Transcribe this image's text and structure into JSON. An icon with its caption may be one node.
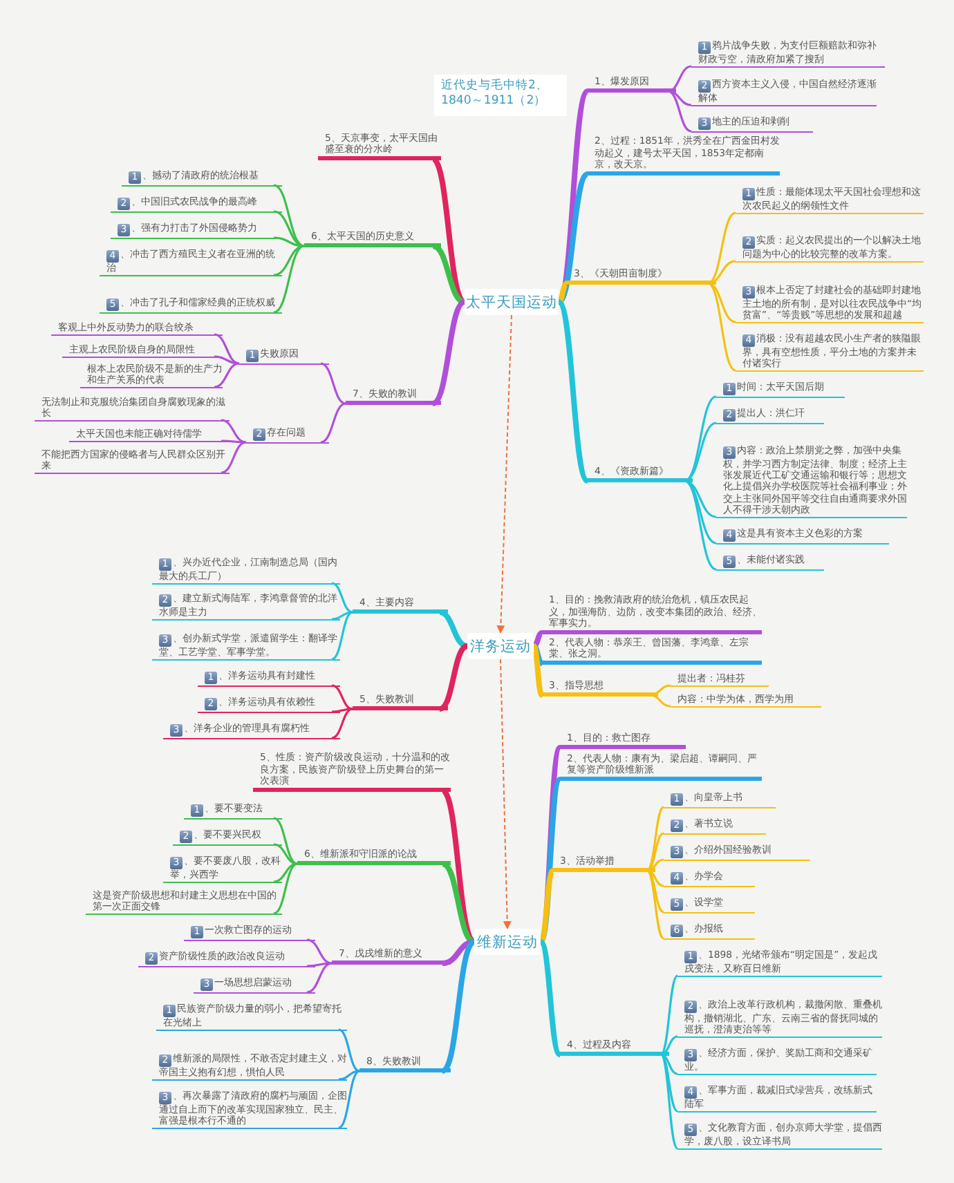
{
  "diagram": {
    "title": "近代史与毛中特2、1840～1911（2）",
    "nodes": [
      {
        "text": [
          "太平天国运动"
        ]
      },
      {
        "text": [
          "1、爆发原因"
        ]
      },
      {
        "text": [
          "1",
          "鸦片战争失败，为支付巨额赔款和弥补财政亏空，清政府加紧了搜刮"
        ]
      },
      {
        "text": [
          "2",
          "西方资本主义入侵，中国自然经济逐渐解体"
        ]
      },
      {
        "text": [
          "3",
          "地主的压迫和剥削"
        ]
      },
      {
        "text": [
          "2、过程：1851年，洪秀全在广西金田村发动起义，建号太平天国，1853年定都南京，改天京。"
        ]
      },
      {
        "text": [
          "3、《天朝田亩制度》"
        ]
      },
      {
        "text": [
          "1",
          "性质：最能体现太平天国社会理想和这次农民起义的纲领性文件"
        ]
      },
      {
        "text": [
          "2",
          "实质：起义农民提出的一个以解决土地问题为中心的比较完整的改革方案。"
        ]
      },
      {
        "text": [
          "3",
          "根本上否定了封建社会的基础即封建地主土地的所有制，是对以往农民战争中“均贫富”、“等贵贱”等思想的发展和超越"
        ]
      },
      {
        "text": [
          "4",
          "消极：没有超越农民小生产者的狭隘眼界，具有空想性质，平分土地的方案并未付诸实行"
        ]
      },
      {
        "text": [
          "4、《资政新篇》"
        ]
      },
      {
        "text": [
          "1",
          "时间：太平天国后期"
        ]
      },
      {
        "text": [
          "2",
          "提出人：洪仁玕"
        ]
      },
      {
        "text": [
          "3",
          "内容：政治上禁朋党之弊，加强中央集权，并学习西方制定法律、制度；经济上主张发展近代工矿交通运输和银行等；思想文化上提倡兴办学校医院等社会福利事业；外交上主张同外国平等交往自由通商要求外国人不得干涉天朝内政"
        ]
      },
      {
        "text": [
          "4",
          "这是具有资本主义色彩的方案"
        ]
      },
      {
        "text": [
          "5",
          "、未能付诸实践"
        ]
      },
      {
        "text": [
          "5、天京事变，太平天国由盛至衰的分水岭"
        ]
      },
      {
        "text": [
          "6、太平天国的历史意义"
        ]
      },
      {
        "text": [
          "1",
          "、撼动了清政府的统治根基"
        ]
      },
      {
        "text": [
          "2",
          "、中国旧式农民战争的最高峰"
        ]
      },
      {
        "text": [
          "3",
          "、强有力打击了外国侵略势力"
        ]
      },
      {
        "text": [
          "4",
          "、冲击了西方殖民主义者在亚洲的统治"
        ]
      },
      {
        "text": [
          "5",
          "、冲击了孔子和儒家经典的正统权威"
        ]
      },
      {
        "text": [
          "7、失败的教训"
        ]
      },
      {
        "text": [
          "1",
          "失败原因"
        ]
      },
      {
        "text": [
          "客观上中外反动势力的联合绞杀"
        ]
      },
      {
        "text": [
          "主观上农民阶级自身的局限性"
        ]
      },
      {
        "text": [
          "根本上农民阶级不是新的生产力和生产关系的代表"
        ]
      },
      {
        "text": [
          "2",
          "存在问题"
        ]
      },
      {
        "text": [
          "无法制止和克服统治集团自身腐败现象的滋长"
        ]
      },
      {
        "text": [
          "太平天国也未能正确对待儒学"
        ]
      },
      {
        "text": [
          "不能把西方国家的侵略者与人民群众区别开来"
        ]
      },
      {
        "text": [
          "洋务运动"
        ]
      },
      {
        "text": [
          "1、目的：挽救清政府的统治危机，镇压农民起义，加强海防、边防，改变本集团的政治、经济、军事实力。"
        ]
      },
      {
        "text": [
          "2、代表人物：恭亲王、曾国藩、李鸿章、左宗棠、张之洞。"
        ]
      },
      {
        "text": [
          "3、指导思想"
        ]
      },
      {
        "text": [
          "提出者：冯桂芬"
        ]
      },
      {
        "text": [
          "内容：中学为体，西学为用"
        ]
      },
      {
        "text": [
          "4、主要内容"
        ]
      },
      {
        "text": [
          "1",
          "、兴办近代企业，江南制造总局（国内最大的兵工厂）"
        ]
      },
      {
        "text": [
          "2",
          "、建立新式海陆军，李鸿章督管的北洋水师是主力"
        ]
      },
      {
        "text": [
          "3",
          "、创办新式学堂，派遣留学生：翻译学堂、工艺学堂、军事学堂。"
        ]
      },
      {
        "text": [
          "5、失败教训"
        ]
      },
      {
        "text": [
          "1",
          "、洋务运动具有封建性"
        ]
      },
      {
        "text": [
          "2",
          "、洋务运动具有依赖性"
        ]
      },
      {
        "text": [
          "3",
          "、洋务企业的管理具有腐朽性"
        ]
      },
      {
        "text": [
          "维新运动"
        ]
      },
      {
        "text": [
          "1、目的：救亡图存"
        ]
      },
      {
        "text": [
          "2、代表人物：康有为、梁启超、谭嗣同、严复等资产阶级维新派"
        ]
      },
      {
        "text": [
          "3、活动举措"
        ]
      },
      {
        "text": [
          "1",
          "、向皇帝上书"
        ]
      },
      {
        "text": [
          "2",
          "、著书立说"
        ]
      },
      {
        "text": [
          "3",
          "、介绍外国经验教训"
        ]
      },
      {
        "text": [
          "4",
          "、办学会"
        ]
      },
      {
        "text": [
          "5",
          "、设学堂"
        ]
      },
      {
        "text": [
          "6",
          "、办报纸"
        ]
      },
      {
        "text": [
          "4、过程及内容"
        ]
      },
      {
        "text": [
          "1",
          "、1898，光绪帝颁布“明定国是”，发起戊戌变法，又称百日维新"
        ]
      },
      {
        "text": [
          "2",
          "、政治上改革行政机构，裁撤闲散、重叠机构，撤销湖北、广东、云南三省的督抚同城的巡抚，澄清吏治等等"
        ]
      },
      {
        "text": [
          "3",
          "、经济方面，保护、奖励工商和交通采矿业。"
        ]
      },
      {
        "text": [
          "4",
          "、军事方面，裁减旧式绿营兵，改练新式陆军"
        ]
      },
      {
        "text": [
          "5",
          "、文化教育方面，创办京师大学堂，提倡西学，废八股，设立译书局"
        ]
      },
      {
        "text": [
          "5、性质：资产阶级改良运动，十分温和的改良方案，民族资产阶级登上历史舞台的第一次表演"
        ]
      },
      {
        "text": [
          "6、维新派和守旧派的论战"
        ]
      },
      {
        "text": [
          "1",
          "、要不要变法"
        ]
      },
      {
        "text": [
          "2",
          "、要不要兴民权"
        ]
      },
      {
        "text": [
          "3",
          "、要不要废八股，改科举，兴西学"
        ]
      },
      {
        "text": [
          "这是资产阶级思想和封建主义思想在中国的第一次正面交锋"
        ]
      },
      {
        "text": [
          "7、戊戌维新的意义"
        ]
      },
      {
        "text": [
          "1",
          "一次救亡图存的运动"
        ]
      },
      {
        "text": [
          "2",
          "资产阶级性质的政治改良运动"
        ]
      },
      {
        "text": [
          "3",
          "一场思想启蒙运动"
        ]
      },
      {
        "text": [
          "8、失败教训"
        ]
      },
      {
        "text": [
          "1",
          "民族资产阶级力量的弱小，把希望寄托在光绪上"
        ]
      },
      {
        "text": [
          "2",
          "维新派的局限性，不敢否定封建主义，对帝国主义抱有幻想，惧怕人民"
        ]
      },
      {
        "text": [
          "3",
          "、再次暴露了清政府的腐朽与顽固，企图通过自上而下的改革实现国家独立、民主、富强是根本行不通的"
        ]
      }
    ],
    "edges": [
      {
        "from": 0,
        "to": 1,
        "arrow": "none",
        "style": "thick",
        "color": "#b14fd9"
      },
      {
        "from": 1,
        "to": 2,
        "arrow": "none",
        "color": "#b14fd9"
      },
      {
        "from": 1,
        "to": 3,
        "arrow": "none",
        "color": "#b14fd9"
      },
      {
        "from": 1,
        "to": 4,
        "arrow": "none",
        "color": "#b14fd9"
      },
      {
        "from": 0,
        "to": 5,
        "arrow": "none",
        "style": "thick",
        "color": "#2aa6e6"
      },
      {
        "from": 0,
        "to": 6,
        "arrow": "none",
        "style": "thick",
        "color": "#f5c011"
      },
      {
        "from": 6,
        "to": 7,
        "arrow": "none",
        "color": "#f5c011"
      },
      {
        "from": 6,
        "to": 8,
        "arrow": "none",
        "color": "#f5c011"
      },
      {
        "from": 6,
        "to": 9,
        "arrow": "none",
        "color": "#f5c011"
      },
      {
        "from": 6,
        "to": 10,
        "arrow": "none",
        "color": "#f5c011"
      },
      {
        "from": 0,
        "to": 11,
        "arrow": "none",
        "style": "thick",
        "color": "#22c4d8"
      },
      {
        "from": 11,
        "to": 12,
        "arrow": "none",
        "color": "#22c4d8"
      },
      {
        "from": 11,
        "to": 13,
        "arrow": "none",
        "color": "#22c4d8"
      },
      {
        "from": 11,
        "to": 14,
        "arrow": "none",
        "color": "#22c4d8"
      },
      {
        "from": 11,
        "to": 15,
        "arrow": "none",
        "color": "#22c4d8"
      },
      {
        "from": 11,
        "to": 16,
        "arrow": "none",
        "color": "#22c4d8"
      },
      {
        "from": 0,
        "to": 17,
        "arrow": "none",
        "style": "thick",
        "color": "#e0245e"
      },
      {
        "from": 0,
        "to": 18,
        "arrow": "none",
        "style": "thick",
        "color": "#3dbf4c"
      },
      {
        "from": 18,
        "to": 19,
        "arrow": "none",
        "color": "#3dbf4c"
      },
      {
        "from": 18,
        "to": 20,
        "arrow": "none",
        "color": "#3dbf4c"
      },
      {
        "from": 18,
        "to": 21,
        "arrow": "none",
        "color": "#3dbf4c"
      },
      {
        "from": 18,
        "to": 22,
        "arrow": "none",
        "color": "#3dbf4c"
      },
      {
        "from": 18,
        "to": 23,
        "arrow": "none",
        "color": "#3dbf4c"
      },
      {
        "from": 0,
        "to": 24,
        "arrow": "none",
        "style": "thick",
        "color": "#b14fd9"
      },
      {
        "from": 24,
        "to": 25,
        "arrow": "none",
        "color": "#b14fd9"
      },
      {
        "from": 25,
        "to": 26,
        "arrow": "none",
        "color": "#b14fd9"
      },
      {
        "from": 25,
        "to": 27,
        "arrow": "none",
        "color": "#b14fd9"
      },
      {
        "from": 25,
        "to": 28,
        "arrow": "none",
        "color": "#b14fd9"
      },
      {
        "from": 24,
        "to": 29,
        "arrow": "none",
        "color": "#b14fd9"
      },
      {
        "from": 29,
        "to": 30,
        "arrow": "none",
        "color": "#b14fd9"
      },
      {
        "from": 29,
        "to": 31,
        "arrow": "none",
        "color": "#b14fd9"
      },
      {
        "from": 29,
        "to": 32,
        "arrow": "none",
        "color": "#b14fd9"
      },
      {
        "from": 0,
        "to": 33,
        "arrow": "to",
        "style": "dashed",
        "color": "#f0703c"
      },
      {
        "from": 33,
        "to": 34,
        "arrow": "none",
        "style": "thick",
        "color": "#b14fd9"
      },
      {
        "from": 33,
        "to": 35,
        "arrow": "none",
        "style": "thick",
        "color": "#2aa6e6"
      },
      {
        "from": 33,
        "to": 36,
        "arrow": "none",
        "style": "thick",
        "color": "#f5c011"
      },
      {
        "from": 36,
        "to": 37,
        "arrow": "none",
        "color": "#f5c011"
      },
      {
        "from": 36,
        "to": 38,
        "arrow": "none",
        "color": "#f5c011"
      },
      {
        "from": 33,
        "to": 39,
        "arrow": "none",
        "style": "thick",
        "color": "#22c4d8"
      },
      {
        "from": 39,
        "to": 40,
        "arrow": "none",
        "color": "#22c4d8"
      },
      {
        "from": 39,
        "to": 41,
        "arrow": "none",
        "color": "#22c4d8"
      },
      {
        "from": 39,
        "to": 42,
        "arrow": "none",
        "color": "#22c4d8"
      },
      {
        "from": 33,
        "to": 43,
        "arrow": "none",
        "style": "thick",
        "color": "#e0245e"
      },
      {
        "from": 43,
        "to": 44,
        "arrow": "none",
        "color": "#e0245e"
      },
      {
        "from": 43,
        "to": 45,
        "arrow": "none",
        "color": "#e0245e"
      },
      {
        "from": 43,
        "to": 46,
        "arrow": "none",
        "color": "#e0245e"
      },
      {
        "from": 33,
        "to": 47,
        "arrow": "to",
        "style": "dashed",
        "color": "#f0703c"
      },
      {
        "from": 47,
        "to": 48,
        "arrow": "none",
        "style": "thick",
        "color": "#b14fd9"
      },
      {
        "from": 47,
        "to": 49,
        "arrow": "none",
        "style": "thick",
        "color": "#2aa6e6"
      },
      {
        "from": 47,
        "to": 50,
        "arrow": "none",
        "style": "thick",
        "color": "#f5c011"
      },
      {
        "from": 50,
        "to": 51,
        "arrow": "none",
        "color": "#f5c011"
      },
      {
        "from": 50,
        "to": 52,
        "arrow": "none",
        "color": "#f5c011"
      },
      {
        "from": 50,
        "to": 53,
        "arrow": "none",
        "color": "#f5c011"
      },
      {
        "from": 50,
        "to": 54,
        "arrow": "none",
        "color": "#f5c011"
      },
      {
        "from": 50,
        "to": 55,
        "arrow": "none",
        "color": "#f5c011"
      },
      {
        "from": 50,
        "to": 56,
        "arrow": "none",
        "color": "#f5c011"
      },
      {
        "from": 47,
        "to": 57,
        "arrow": "none",
        "style": "thick",
        "color": "#22c4d8"
      },
      {
        "from": 57,
        "to": 58,
        "arrow": "none",
        "color": "#22c4d8"
      },
      {
        "from": 57,
        "to": 59,
        "arrow": "none",
        "color": "#22c4d8"
      },
      {
        "from": 57,
        "to": 60,
        "arrow": "none",
        "color": "#22c4d8"
      },
      {
        "from": 57,
        "to": 61,
        "arrow": "none",
        "color": "#22c4d8"
      },
      {
        "from": 57,
        "to": 62,
        "arrow": "none",
        "color": "#22c4d8"
      },
      {
        "from": 47,
        "to": 63,
        "arrow": "none",
        "style": "thick",
        "color": "#e0245e"
      },
      {
        "from": 47,
        "to": 64,
        "arrow": "none",
        "style": "thick",
        "color": "#3dbf4c"
      },
      {
        "from": 64,
        "to": 65,
        "arrow": "none",
        "color": "#3dbf4c"
      },
      {
        "from": 64,
        "to": 66,
        "arrow": "none",
        "color": "#3dbf4c"
      },
      {
        "from": 64,
        "to": 67,
        "arrow": "none",
        "color": "#3dbf4c"
      },
      {
        "from": 64,
        "to": 68,
        "arrow": "none",
        "color": "#3dbf4c"
      },
      {
        "from": 47,
        "to": 69,
        "arrow": "none",
        "style": "thick",
        "color": "#b14fd9"
      },
      {
        "from": 69,
        "to": 70,
        "arrow": "none",
        "color": "#b14fd9"
      },
      {
        "from": 69,
        "to": 71,
        "arrow": "none",
        "color": "#b14fd9"
      },
      {
        "from": 69,
        "to": 72,
        "arrow": "none",
        "color": "#b14fd9"
      },
      {
        "from": 47,
        "to": 73,
        "arrow": "none",
        "style": "thick",
        "color": "#2aa6e6"
      },
      {
        "from": 73,
        "to": 74,
        "arrow": "none",
        "color": "#2aa6e6"
      },
      {
        "from": 73,
        "to": 75,
        "arrow": "none",
        "color": "#2aa6e6"
      },
      {
        "from": 73,
        "to": 76,
        "arrow": "none",
        "color": "#2aa6e6"
      }
    ]
  }
}
